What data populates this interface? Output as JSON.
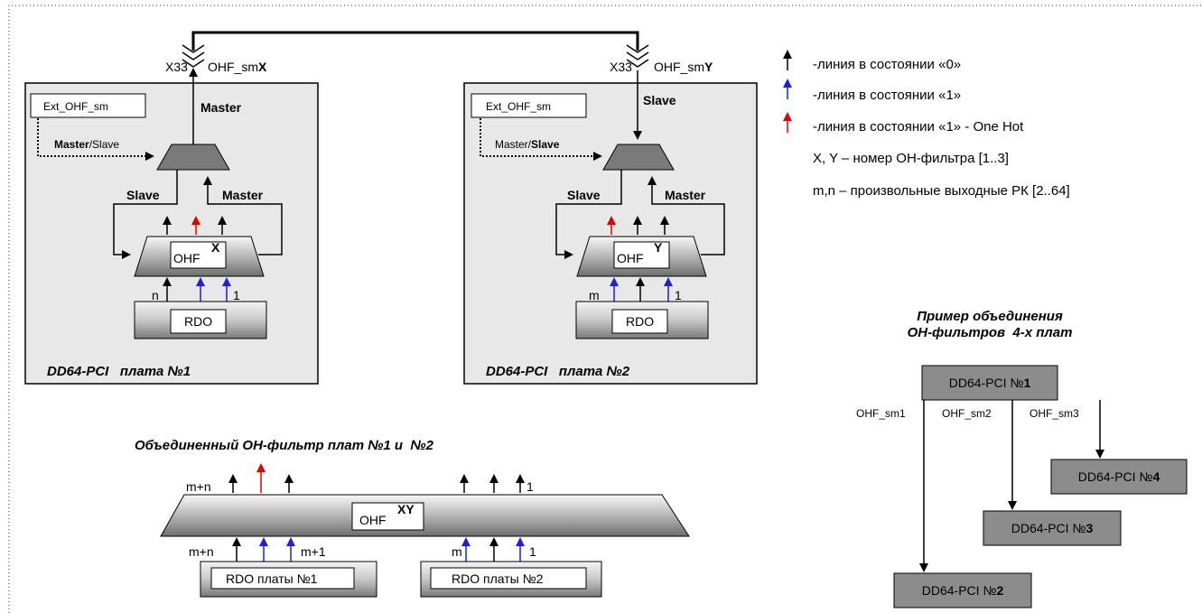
{
  "colors": {
    "line0": "#000000",
    "line1": "#1f1fdc",
    "onehot": "#e00000",
    "board_fill": "#e8e8e8",
    "mux_fill": "#7a7a7a",
    "small_board_fill": "#8c8c8c"
  },
  "board1": {
    "connector": "X33",
    "port_prefix": "OHF_sm",
    "port_suffix": "X",
    "master_label": "Master",
    "ext_label": "Ext_OHF_sm",
    "ms_bold": "Master",
    "ms_plain": "/Slave",
    "slave_left": "Slave",
    "master_right": "Master",
    "ohf": "OHF",
    "ohf_sup": "X",
    "rdo": "RDO",
    "in_left": "n",
    "in_right": "1",
    "title": "DD64-PCI   плата №1"
  },
  "board2": {
    "connector": "X33",
    "port_prefix": "OHF_sm",
    "port_suffix": "Y",
    "slave_label": "Slave",
    "ext_label": "Ext_OHF_sm",
    "ms_plain": "Master/",
    "ms_bold": "Slave",
    "slave_left": "Slave",
    "master_right": "Master",
    "ohf": "OHF",
    "ohf_sup": "Y",
    "rdo": "RDO",
    "in_left": "m",
    "in_right": "1",
    "title": "DD64-PCI   плата №2"
  },
  "legend": [
    {
      "icon": "black-arrow",
      "text": "-линия в состоянии «0»"
    },
    {
      "icon": "blue-arrow",
      "text": "-линия в состоянии «1»"
    },
    {
      "icon": "red-arrow",
      "text": "-линия в состоянии «1» - One Hot"
    },
    {
      "icon": "",
      "text": "X, Y – номер ОН-фильтра [1..3]"
    },
    {
      "icon": "",
      "text": "m,n – произвольные выходные РК [2..64]"
    }
  ],
  "combined": {
    "title": "Объединенный ОН-фильтр плат №1 и  №2",
    "ohf": "OHF",
    "ohf_sup": "XY",
    "out_left": "m+n",
    "out_right": "1",
    "in_left_top": "m+n",
    "in_left_bottom": "m+1",
    "in_right_top": "m",
    "in_right_bottom": "1",
    "rdo1": "RDO платы №1",
    "rdo2": "RDO платы №2"
  },
  "example": {
    "title_line1": "Пример объединения",
    "title_line2": "ОН-фильтров  4-х плат",
    "boards": [
      {
        "prefix": "DD64-PCI №",
        "num": "1"
      },
      {
        "prefix": "DD64-PCI №",
        "num": "2"
      },
      {
        "prefix": "DD64-PCI №",
        "num": "3"
      },
      {
        "prefix": "DD64-PCI №",
        "num": "4"
      }
    ],
    "links": [
      "OHF_sm1",
      "OHF_sm2",
      "OHF_sm3"
    ]
  }
}
